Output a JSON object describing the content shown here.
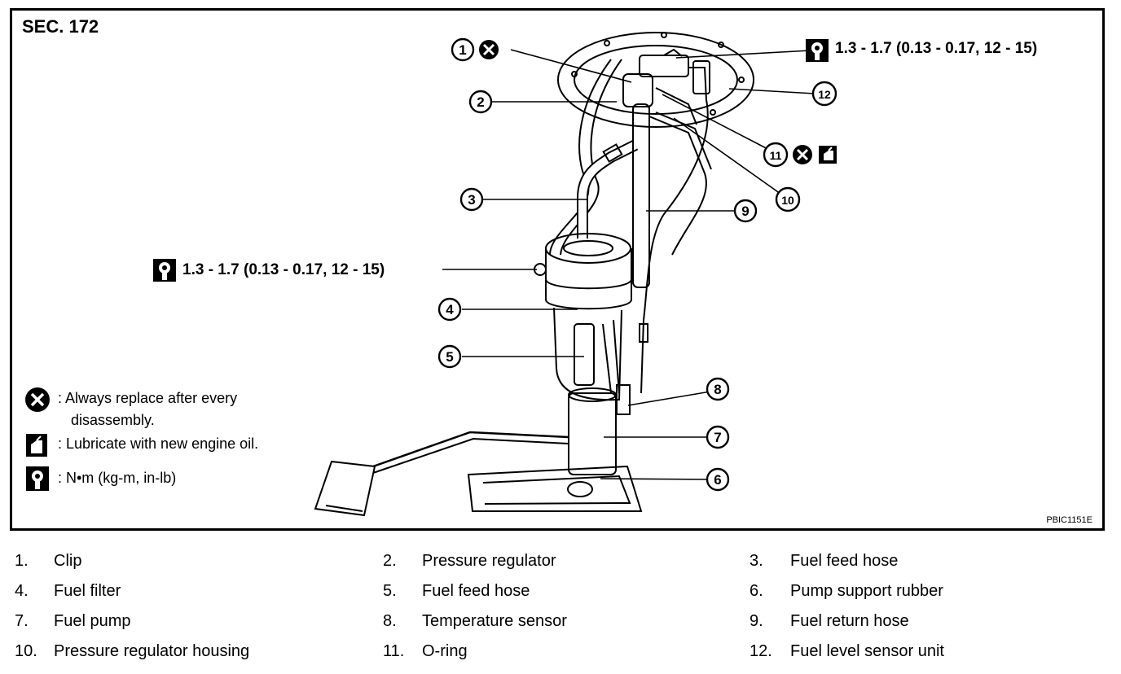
{
  "figure": {
    "section": "SEC. 172",
    "code": "PBIC1151E",
    "torque_top": "1.3 - 1.7 (0.13 - 0.17, 12 - 15)",
    "torque_mid": "1.3 - 1.7 (0.13 - 0.17, 12 - 15)",
    "callouts": [
      "1",
      "2",
      "3",
      "4",
      "5",
      "6",
      "7",
      "8",
      "9",
      "10",
      "11",
      "12"
    ]
  },
  "legend": {
    "replace_line1": ": Always replace after every",
    "replace_line2": "disassembly.",
    "lubricate": ": Lubricate with new engine oil.",
    "torque_unit": ":  N•m  (kg-m,  in-lb)"
  },
  "parts": [
    {
      "num": "1.",
      "label": "Clip"
    },
    {
      "num": "2.",
      "label": "Pressure regulator"
    },
    {
      "num": "3.",
      "label": "Fuel feed hose"
    },
    {
      "num": "4.",
      "label": "Fuel filter"
    },
    {
      "num": "5.",
      "label": "Fuel feed hose"
    },
    {
      "num": "6.",
      "label": "Pump support rubber"
    },
    {
      "num": "7.",
      "label": "Fuel pump"
    },
    {
      "num": "8.",
      "label": "Temperature sensor"
    },
    {
      "num": "9.",
      "label": "Fuel return hose"
    },
    {
      "num": "10.",
      "label": "Pressure regulator housing"
    },
    {
      "num": "11.",
      "label": "O-ring"
    },
    {
      "num": "12.",
      "label": "Fuel level sensor unit"
    }
  ]
}
